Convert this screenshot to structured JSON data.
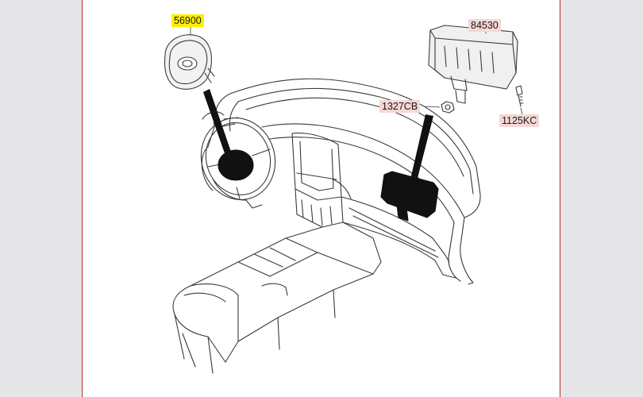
{
  "colors": {
    "page_bg": "#ffffff",
    "outer_bg": "#e6e6e8",
    "page_border": "#b03030",
    "highlight_primary": "#ffee00",
    "highlight_secondary": "#f6d6d6",
    "line": "#3a3a3a"
  },
  "parts": [
    {
      "id": "driver-airbag",
      "code": "56900",
      "highlight": "highlight_primary"
    },
    {
      "id": "passenger-airbag",
      "code": "84530",
      "highlight": "highlight_secondary"
    },
    {
      "id": "nut",
      "code": "1327CB",
      "highlight": "highlight_secondary"
    },
    {
      "id": "bolt",
      "code": "1125KC",
      "highlight": "highlight_secondary"
    }
  ]
}
